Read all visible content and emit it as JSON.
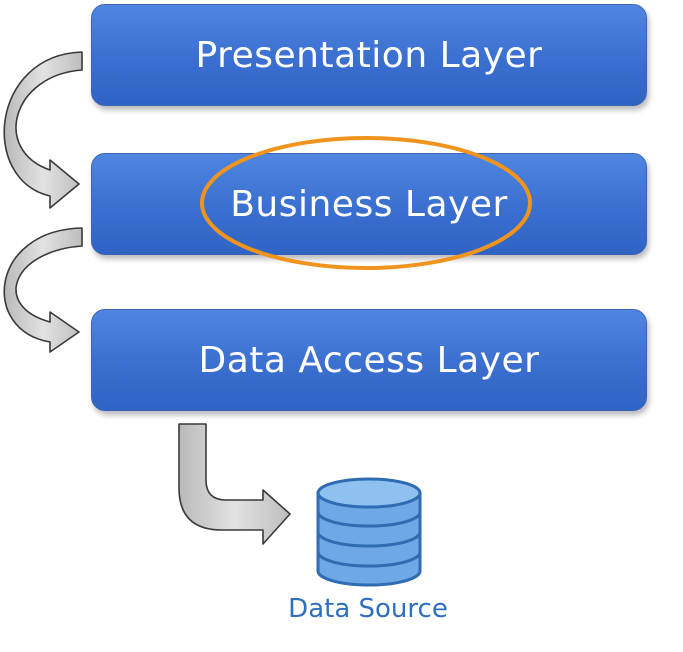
{
  "layers": {
    "presentation": "Presentation Layer",
    "business": "Business Layer",
    "data_access": "Data Access Layer"
  },
  "data_source": {
    "label": "Data Source"
  },
  "colors": {
    "layer_fill": "#3a6fd0",
    "highlight_ellipse": "#f0941e",
    "arrow_fill": "#c8c8c8",
    "database_fill": "#6fa8e6",
    "database_label": "#2e6fc0"
  },
  "icons": [
    "curved-arrow-icon",
    "bent-arrow-icon",
    "database-icon"
  ]
}
